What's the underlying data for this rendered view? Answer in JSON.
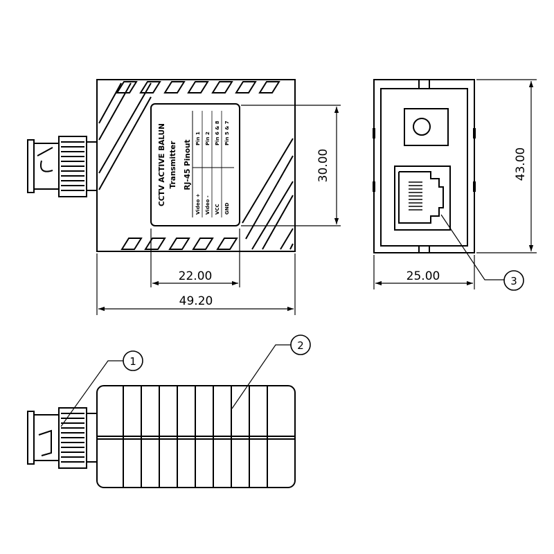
{
  "dimensions": {
    "side_total_width": "49.20",
    "label_width": "22.00",
    "side_height": "30.00",
    "end_height": "43.00",
    "end_width": "25.00"
  },
  "label": {
    "title": "CCTV ACTIVE BALUN",
    "subtitle": "Transmitter",
    "pinout_title": "RJ-45 Pinout",
    "rows": [
      {
        "signal": "Video +",
        "pin": "Pin 1"
      },
      {
        "signal": "Video -",
        "pin": "Pin 2"
      },
      {
        "signal": "VCC",
        "pin": "Pin 6 & 8"
      },
      {
        "signal": "GND",
        "pin": "Pin 5 & 7"
      }
    ]
  },
  "callouts": [
    "1",
    "2",
    "3"
  ]
}
